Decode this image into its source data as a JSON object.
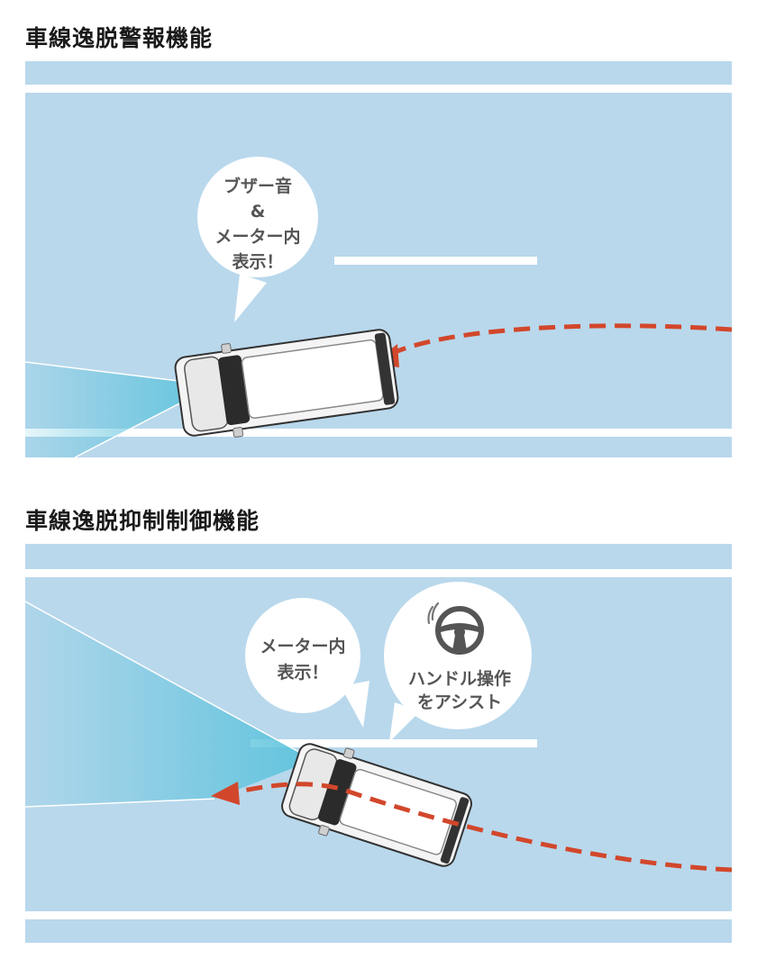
{
  "sections": [
    {
      "title": "車線逸脱警報機能",
      "bubble": {
        "lines": [
          "ブザー音",
          "&",
          "メーター内",
          "表示！"
        ]
      }
    },
    {
      "title": "車線逸脱抑制制御機能",
      "bubble_meter": {
        "lines": [
          "メーター内",
          "表示！"
        ]
      },
      "bubble_steering": {
        "icon": "steering-wheel-icon",
        "lines": [
          "ハンドル操作",
          "をアシスト"
        ]
      }
    }
  ],
  "colors": {
    "road": "#b9d8ec",
    "lane_line": "#ffffff",
    "arrow": "#d2472b",
    "sensor_beam": "#5cc3dc",
    "bubble_text": "#555555",
    "icon": "#555555"
  }
}
